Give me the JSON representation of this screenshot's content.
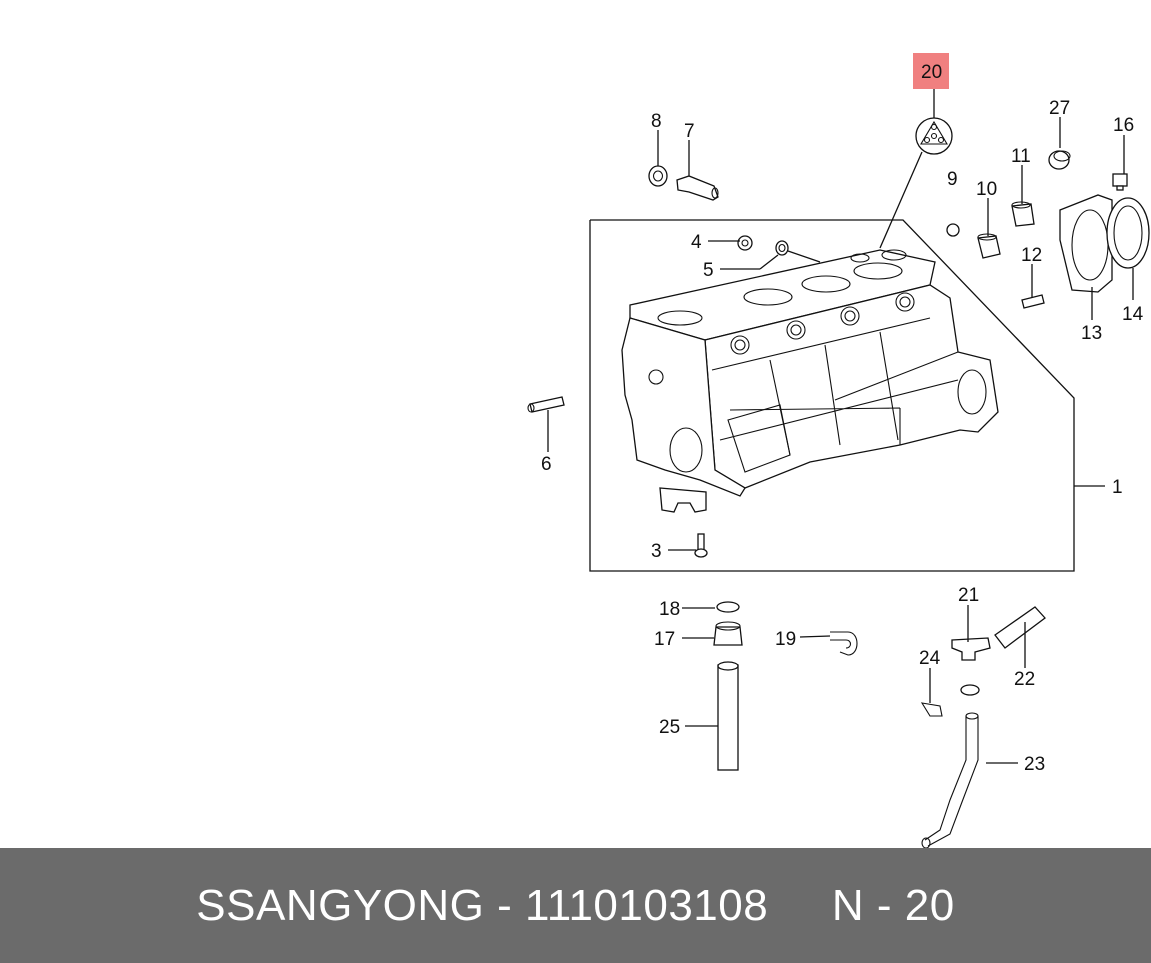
{
  "diagram": {
    "highlight_color": "#f08080",
    "callouts": [
      {
        "id": "1",
        "text": "1"
      },
      {
        "id": "3",
        "text": "3"
      },
      {
        "id": "4",
        "text": "4"
      },
      {
        "id": "5",
        "text": "5"
      },
      {
        "id": "6",
        "text": "6"
      },
      {
        "id": "7",
        "text": "7"
      },
      {
        "id": "8",
        "text": "8"
      },
      {
        "id": "9",
        "text": "9"
      },
      {
        "id": "10",
        "text": "10"
      },
      {
        "id": "11",
        "text": "11"
      },
      {
        "id": "12",
        "text": "12"
      },
      {
        "id": "13",
        "text": "13"
      },
      {
        "id": "14",
        "text": "14"
      },
      {
        "id": "16",
        "text": "16"
      },
      {
        "id": "17",
        "text": "17"
      },
      {
        "id": "18",
        "text": "18"
      },
      {
        "id": "19",
        "text": "19"
      },
      {
        "id": "20",
        "text": "20",
        "highlighted": true
      },
      {
        "id": "21",
        "text": "21"
      },
      {
        "id": "22",
        "text": "22"
      },
      {
        "id": "23",
        "text": "23"
      },
      {
        "id": "24",
        "text": "24"
      },
      {
        "id": "25",
        "text": "25"
      },
      {
        "id": "27",
        "text": "27"
      }
    ]
  },
  "footer": {
    "brand": "SSANGYONG",
    "separator": "-",
    "part_number": "1110103108",
    "position_prefix": "N",
    "position_number": "20",
    "background": "#6b6b6b"
  }
}
